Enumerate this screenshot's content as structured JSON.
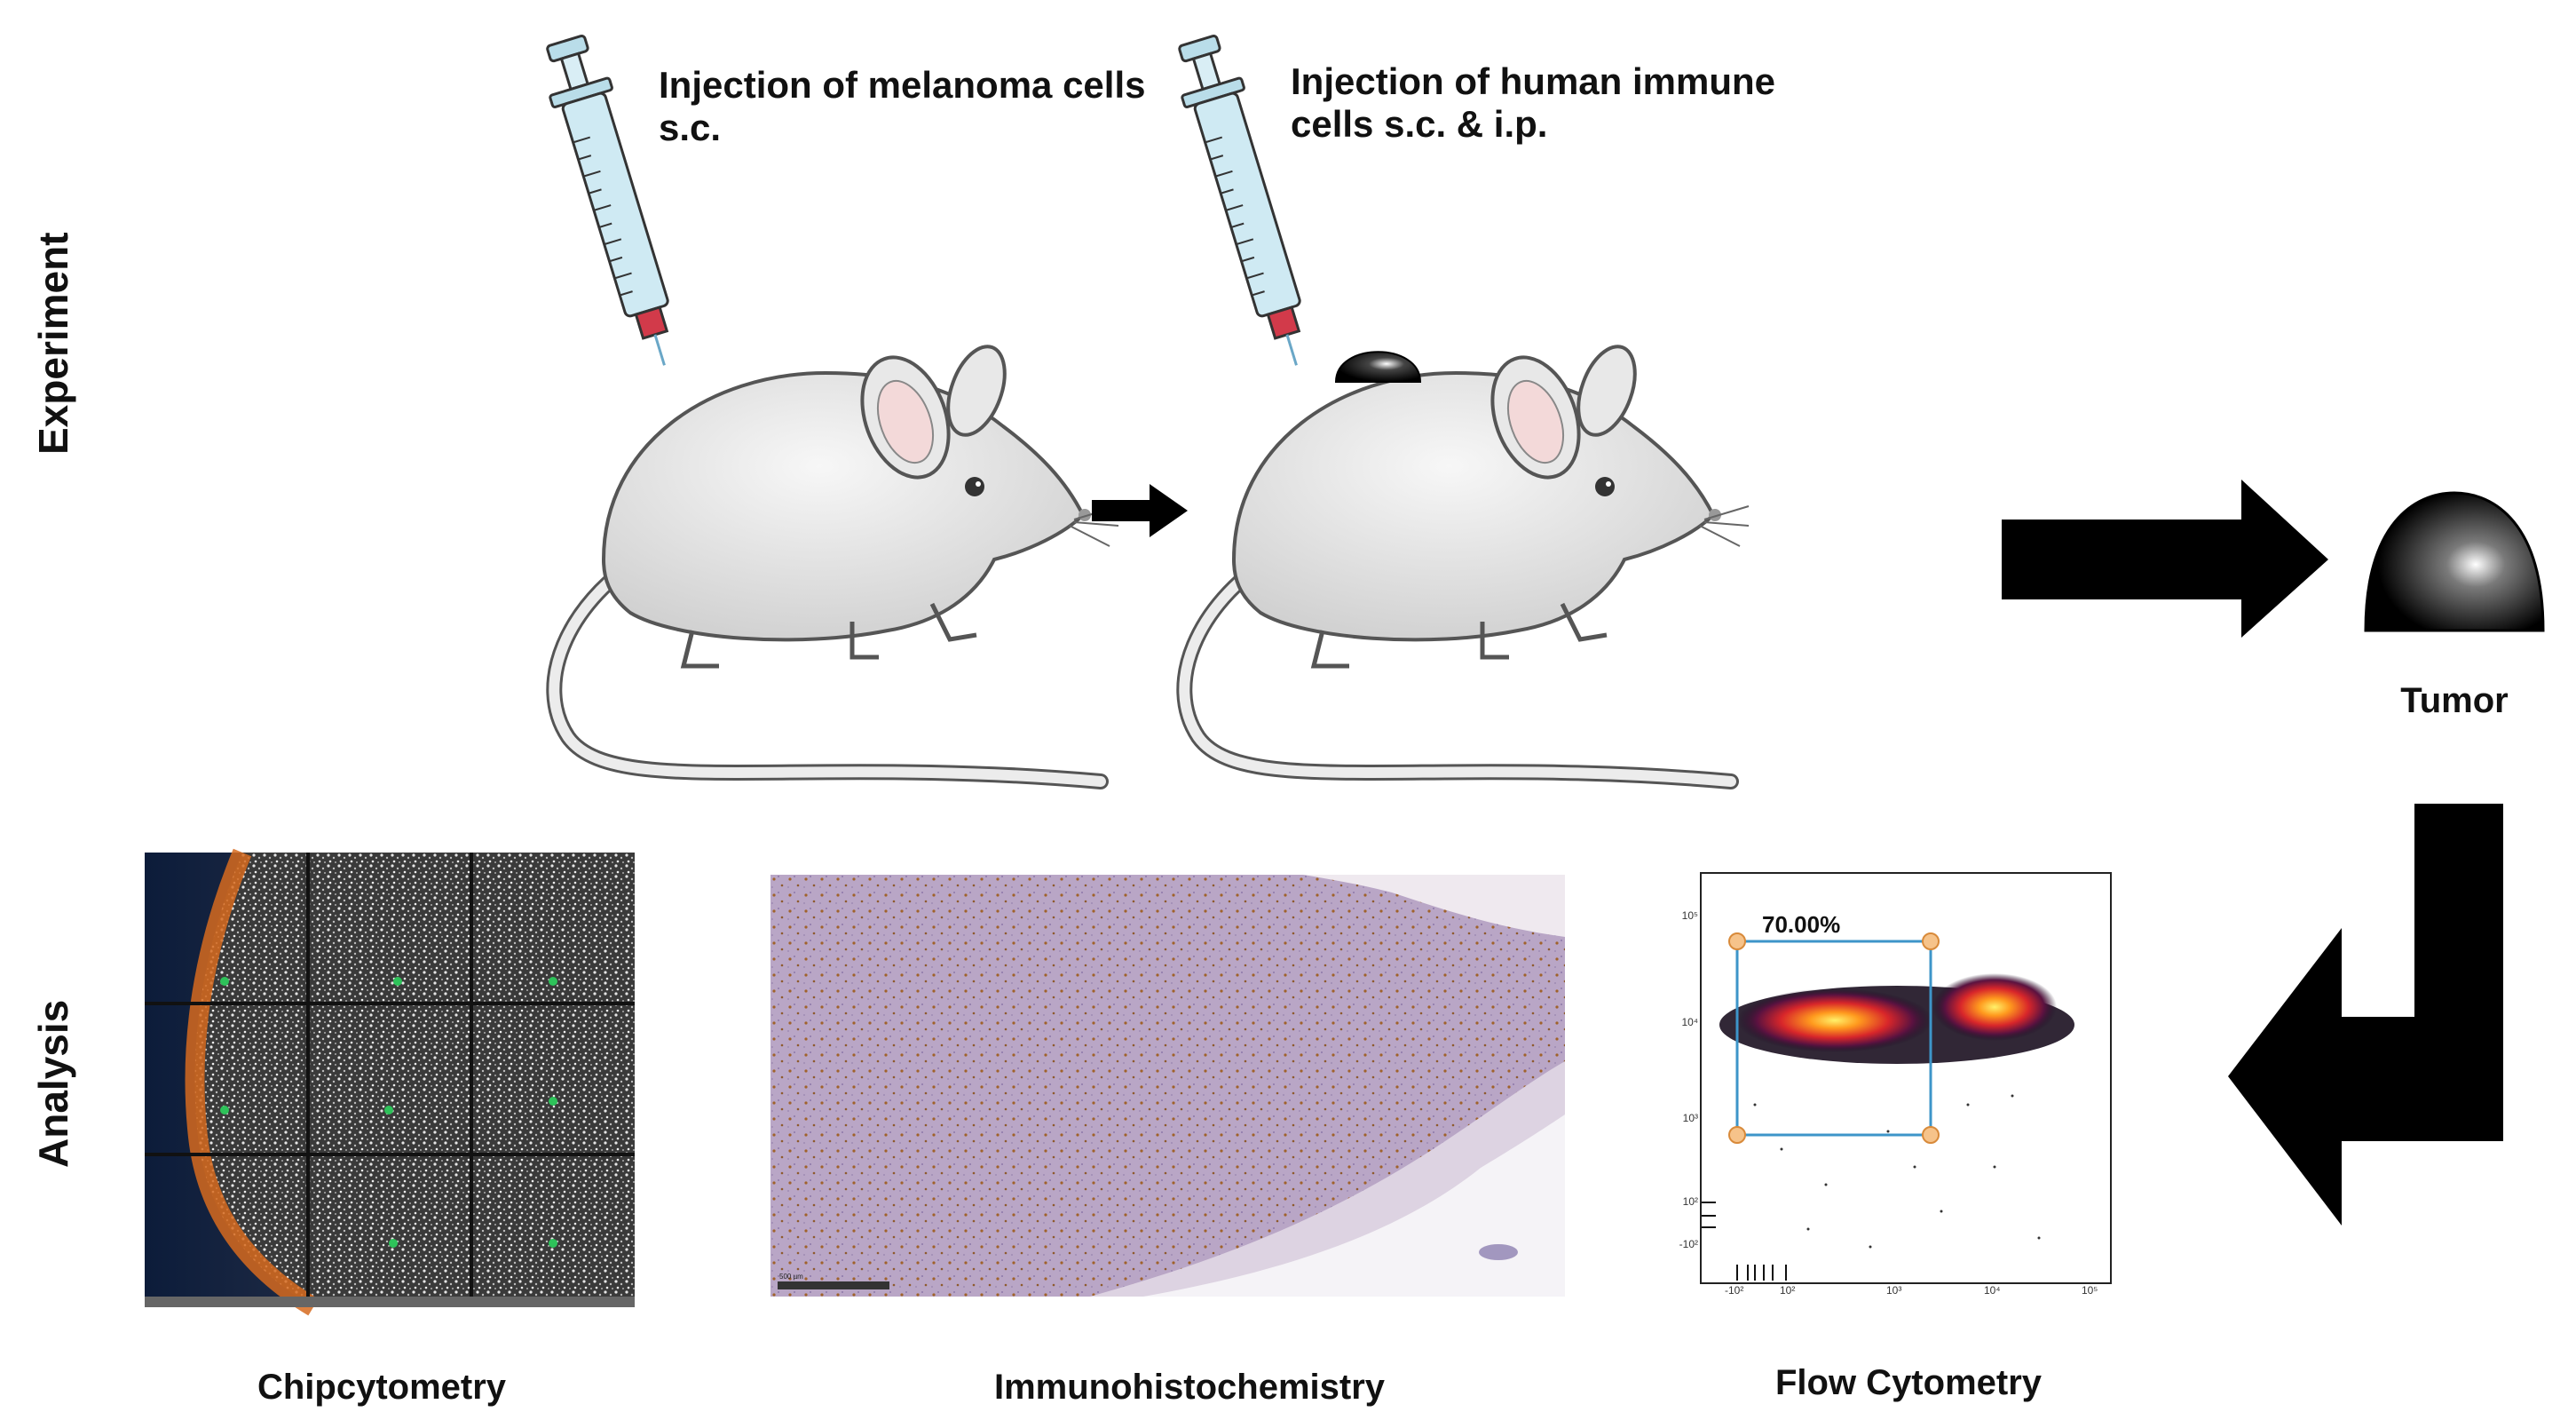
{
  "rows": {
    "experiment": "Experiment",
    "analysis": "Analysis"
  },
  "steps": {
    "injection_1": "Injection of melanoma cells\ns.c.",
    "injection_2": "Injection of human immune\ncells s.c. & i.p."
  },
  "tumor_label": "Tumor",
  "panels": {
    "chipcytometry": "Chipcytometry",
    "immunohistochemistry": "Immunohistochemistry",
    "flow_cytometry": "Flow Cytometry"
  },
  "flow": {
    "gate_percent": "70.00%",
    "x_ticks": [
      "-10²",
      "10²",
      "10³",
      "10⁴",
      "10⁵"
    ],
    "y_ticks": [
      "10⁵",
      "10⁴",
      "10³",
      "10²",
      "-10²"
    ]
  },
  "ihc": {
    "scale_bar": "500 µm"
  },
  "colors": {
    "syringe": "#cfeaf3",
    "tip": "#d23a4a",
    "mouse": "#e4e4e4",
    "tissue": "#b9a6c6",
    "gate": "#3d95c9"
  }
}
